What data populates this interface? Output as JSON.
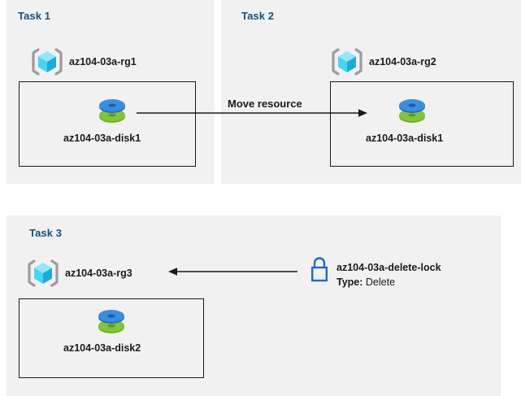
{
  "diagram": {
    "title_color": "#12537e",
    "panel_bg": "#f1f1f1",
    "page_bg": "#ffffff",
    "line_color": "#1a1a1a"
  },
  "tasks": [
    {
      "title": "Task 1",
      "resource_group": {
        "icon": "resource-group-cube-icon",
        "label": "az104-03a-rg1"
      },
      "resource": {
        "icon": "managed-disk-icon",
        "label": "az104-03a-disk1"
      }
    },
    {
      "title": "Task 2",
      "resource_group": {
        "icon": "resource-group-cube-icon",
        "label": "az104-03a-rg2"
      },
      "resource": {
        "icon": "managed-disk-icon",
        "label": "az104-03a-disk1"
      }
    },
    {
      "title": "Task 3",
      "resource_group": {
        "icon": "resource-group-cube-icon",
        "label": "az104-03a-rg3"
      },
      "resource": {
        "icon": "managed-disk-icon",
        "label": "az104-03a-disk2"
      },
      "lock": {
        "icon": "padlock-icon",
        "label": "az104-03a-delete-lock",
        "type_key": "Type:",
        "type_value": "Delete",
        "color": "#1d68d0"
      }
    }
  ],
  "connectors": {
    "move_resource": {
      "label": "Move resource",
      "direction": "right"
    },
    "lock_applies_to": {
      "label": "",
      "direction": "left"
    }
  }
}
